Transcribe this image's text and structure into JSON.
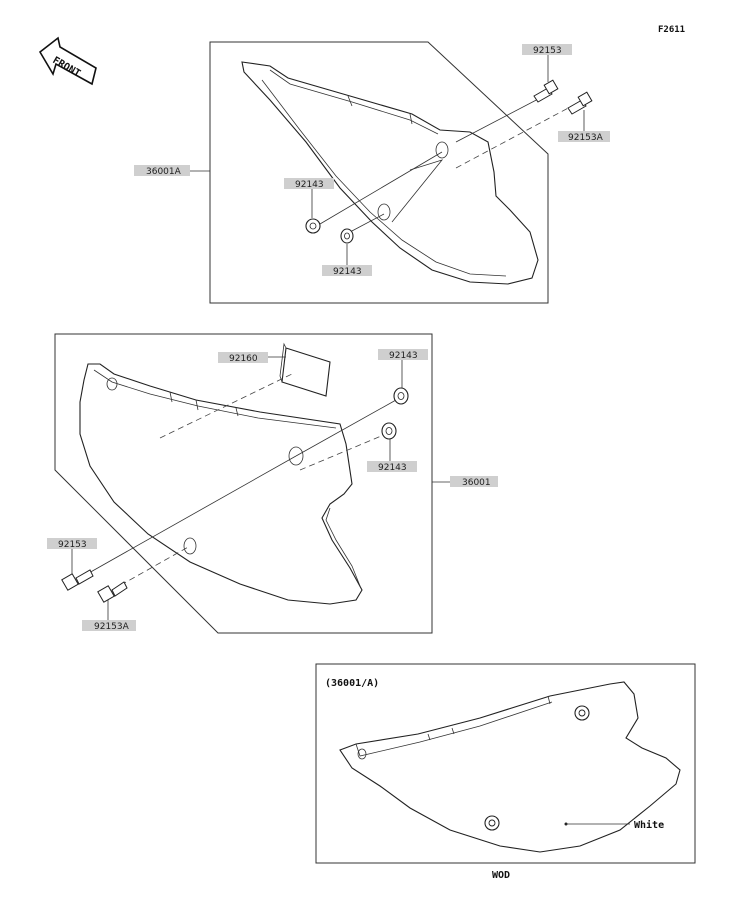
{
  "figure_code": "F2611",
  "front_label": "FRONT",
  "top_assembly": {
    "callouts": {
      "cover": "36001A",
      "bolt": "92153",
      "bolt_a": "92153A",
      "washer_1": "92143",
      "washer_2": "92143"
    }
  },
  "middle_assembly": {
    "callouts": {
      "cover": "36001",
      "pad": "92160",
      "washer_1": "92143",
      "washer_2": "92143",
      "bolt": "92153",
      "bolt_a": "92153A"
    }
  },
  "detail_box": {
    "title": "(36001/A)",
    "color_note": "White",
    "footer": "WOD"
  }
}
